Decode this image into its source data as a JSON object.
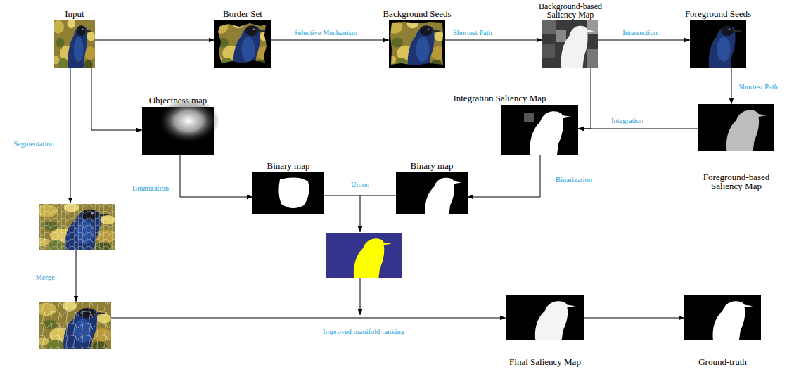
{
  "diagram": {
    "nodes": [
      {
        "text": [
          "Input"
        ]
      },
      {
        "text": [
          "Border Set"
        ]
      },
      {
        "text": [
          "Background Seeds"
        ]
      },
      {
        "text": [
          "Background-based Saliency Map"
        ]
      },
      {
        "text": [
          "Foreground Seeds"
        ]
      },
      {
        "text": [
          "Objectness map"
        ]
      },
      {
        "text": [
          "Integration Saliency Map"
        ]
      },
      {
        "text": [
          "Foreground-based Saliency Map"
        ]
      },
      {
        "text": [
          "Binary map"
        ]
      },
      {
        "text": [
          "Binary map"
        ]
      },
      {
        "text": [
          "Final Saliency Map"
        ]
      },
      {
        "text": [
          "Ground-truth"
        ]
      }
    ],
    "edges": [
      {
        "from": 0,
        "to": 1,
        "arrow": "to"
      },
      {
        "from": 1,
        "to": 2,
        "label": "Selective Mechanism",
        "arrow": "to"
      },
      {
        "from": 2,
        "to": 3,
        "label": "Shortest Path",
        "arrow": "to"
      },
      {
        "from": 3,
        "to": 4,
        "label": "Intersection",
        "arrow": "to"
      },
      {
        "from": 4,
        "to": 7,
        "label": "Shortest Path",
        "arrow": "to"
      },
      {
        "from": 0,
        "to": 5,
        "arrow": "to"
      },
      {
        "from": 7,
        "to": 6,
        "label": "Integration",
        "arrow": "to"
      },
      {
        "from": 3,
        "to": 6,
        "arrow": "to"
      },
      {
        "from": 5,
        "to": 8,
        "label": "Binarization",
        "arrow": "to"
      },
      {
        "from": 6,
        "to": 9,
        "label": "Binarization",
        "arrow": "to"
      },
      {
        "from": 10,
        "to": 11,
        "arrow": "to"
      }
    ],
    "labels": [
      "Segmentation",
      "Merge",
      "Union",
      "Improved manifold ranking"
    ]
  }
}
